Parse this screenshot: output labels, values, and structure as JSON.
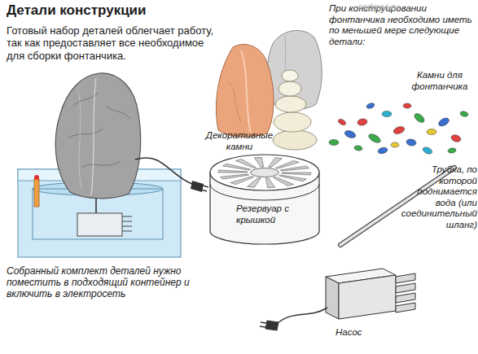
{
  "diagram": {
    "title": "Детали конструкции",
    "nodes": [
      {
        "text": [
          "Резервуар с крышкой"
        ]
      }
    ],
    "labels": [
      "Готовый набор деталей облегчает работу, так как предоставляет все необходимое для сборки фонтанчика.",
      "При конструировании фонтанчика необходимо иметь по меньшей мере следующие детали:",
      "Декоративные камни",
      "Камни для фонтанчика",
      "Трубка, по которой поднимается вода (или соединительный шланг)",
      "Насос",
      "Собранный комплект деталей нужно поместить в подходящий контейнер и включить в электросеть",
      "sadovyi.ru"
    ]
  }
}
